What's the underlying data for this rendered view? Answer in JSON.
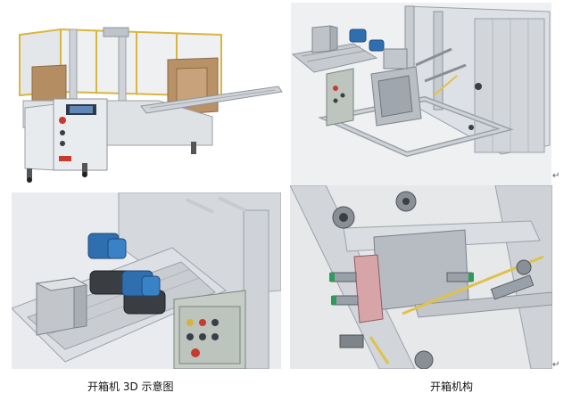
{
  "captions": {
    "left": "开箱机 3D 示意图",
    "right": "开箱机构"
  },
  "paragraph_mark": "↵",
  "colors": {
    "frame": "#c9ccd1",
    "machine_body": "#d9dcdf",
    "cabinet": "#c6cdc7",
    "motor_blue": "#2f6fb0",
    "guard_yellow": "#e0c24a",
    "arm_gray": "#8a8f96",
    "cardboard": "#b08a62"
  },
  "images": [
    {
      "name": "case-erector-photo"
    },
    {
      "name": "case-erector-3d-overview"
    },
    {
      "name": "case-erector-3d-motors"
    },
    {
      "name": "case-erector-opening-mechanism"
    }
  ]
}
